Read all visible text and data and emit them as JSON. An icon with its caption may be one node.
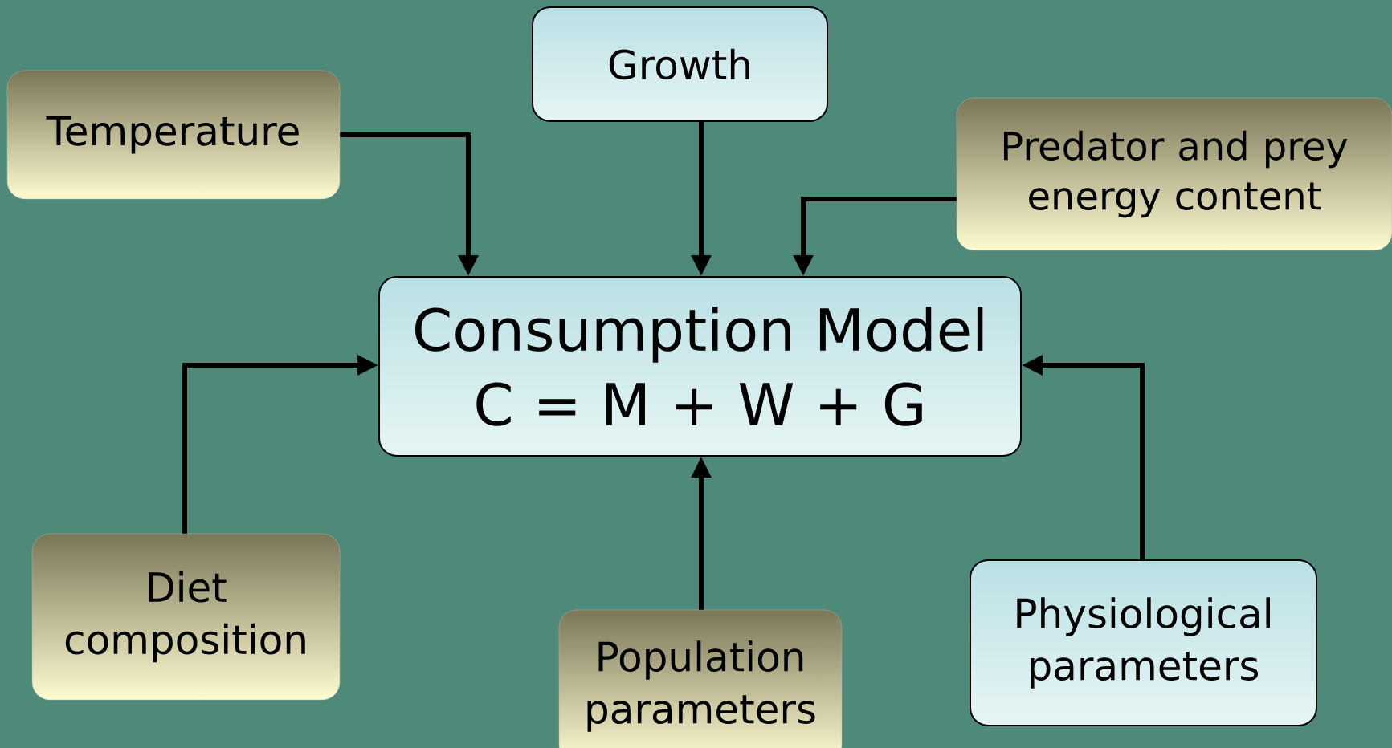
{
  "diagram": {
    "nodes": [
      {
        "text": [
          "Growth"
        ]
      },
      {
        "text": [
          "Temperature"
        ]
      },
      {
        "text": [
          "Predator and prey energy content"
        ]
      },
      {
        "text": [
          "Consumption Model",
          "C = M + W + G"
        ]
      },
      {
        "text": [
          "Diet composition"
        ]
      },
      {
        "text": [
          "Physiological parameters"
        ]
      },
      {
        "text": [
          "Population parameters"
        ]
      }
    ],
    "edges": [
      {
        "from": 0,
        "to": 3,
        "arrow": "to"
      },
      {
        "from": 1,
        "to": 3,
        "arrow": "to"
      },
      {
        "from": 2,
        "to": 3,
        "arrow": "to"
      },
      {
        "from": 4,
        "to": 3,
        "arrow": "to"
      },
      {
        "from": 6,
        "to": 3,
        "arrow": "to"
      },
      {
        "from": 5,
        "to": 3,
        "arrow": "to"
      }
    ]
  }
}
